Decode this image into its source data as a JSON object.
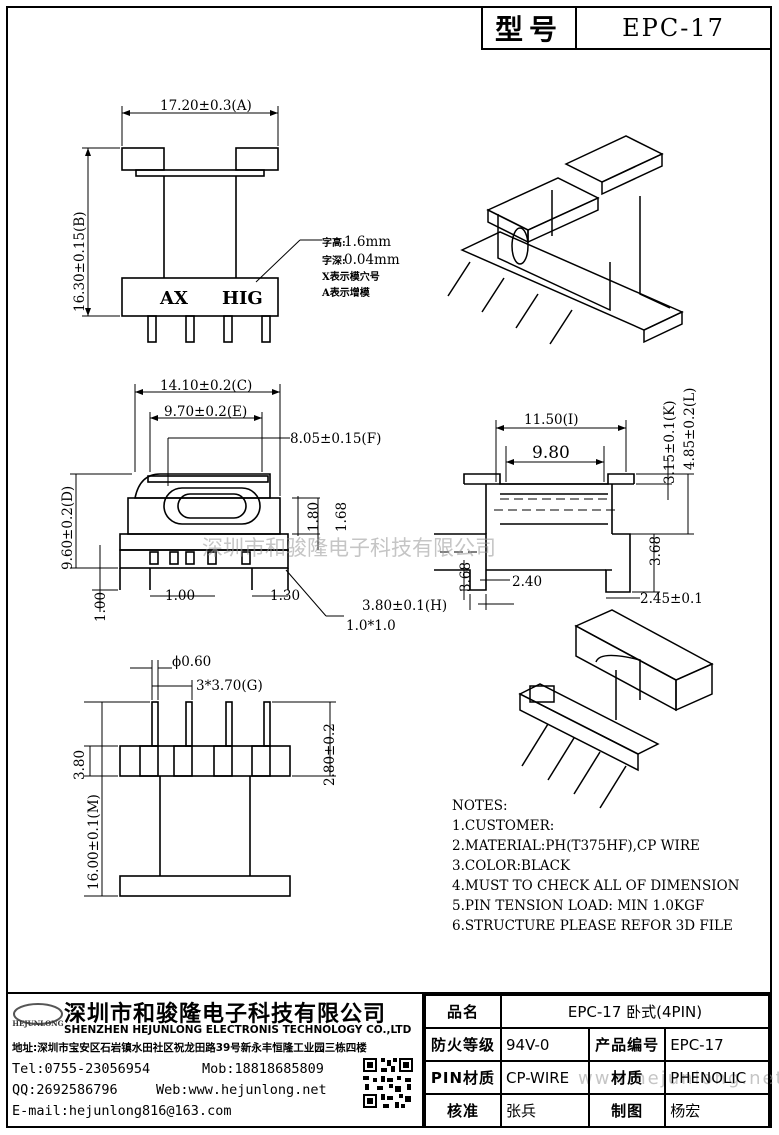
{
  "title": {
    "label": "型号",
    "model": "EPC-17"
  },
  "dims": {
    "a": "17.20±0.3(A)",
    "b": "16.30±0.15(B)",
    "c": "14.10±0.2(C)",
    "e": "9.70±0.2(E)",
    "f": "8.05±0.15(F)",
    "d": "9.60±0.2(D)",
    "d180": "1.80",
    "d168": "1.68",
    "d100v": "1.00",
    "d100h": "1.00",
    "d130": "1.30",
    "d10x10": "1.0*1.0",
    "i": "11.50(I)",
    "d980": "9.80",
    "k": "3.15±0.1(K)",
    "l": "4.85±0.2(L)",
    "d368a": "3.68",
    "d368b": "3.68",
    "d240": "2.40",
    "h": "3.80±0.1(H)",
    "d245": "2.45±0.1",
    "phi": "ϕ0.60",
    "g": "3*3.70(G)",
    "d380": "3.80",
    "m": "16.00±0.1(M)",
    "d280": "2.80±0.2"
  },
  "marking": {
    "text1": "AX",
    "text2": "HIG",
    "legend1_label": "字高:",
    "legend1_value": "1.6mm",
    "legend2_label": "字深:",
    "legend2_value": "0.04mm",
    "legend3": "X表示模穴号",
    "legend4": "A表示增模"
  },
  "notes": [
    "NOTES:",
    "1.CUSTOMER:",
    "2.MATERIAL:PH(T375HF),CP WIRE",
    "3.COLOR:BLACK",
    "4.MUST TO CHECK ALL OF DIMENSION",
    "5.PIN TENSION LOAD: MIN 1.0KGF",
    "6.STRUCTURE PLEASE REFOR 3D FILE"
  ],
  "company": {
    "logo_text": "HEJUNLONG",
    "cn_name": "深圳市和骏隆电子科技有限公司",
    "en_name": "SHENZHEN HEJUNLONG ELECTRONIS TECHNOLOGY CO.,LTD",
    "address": "地址:深圳市宝安区石岩镇水田社区祝龙田路39号新永丰恒隆工业园三栋四楼",
    "tel": "Tel:0755-23056954",
    "mob": "Mob:18818685809",
    "qq": "QQ:2692586796",
    "web": "Web:www.hejunlong.net",
    "email": "E-mail:hejunlong816@163.com"
  },
  "info": {
    "name_label": "品名",
    "name_value": "EPC-17 卧式(4PIN)",
    "fire_label": "防火等级",
    "fire_value": "94V-0",
    "code_label": "产品编号",
    "code_value": "EPC-17",
    "pin_label": "PIN材质",
    "pin_value": "CP-WIRE",
    "mat_label": "材质",
    "mat_value": "PHENOLIC",
    "check_label": "核准",
    "check_value": "张兵",
    "draw_label": "制图",
    "draw_value": "杨宏"
  },
  "watermark": {
    "center": "深圳市和骏隆电子科技有限公司",
    "site": "www.hejunlong.net"
  }
}
